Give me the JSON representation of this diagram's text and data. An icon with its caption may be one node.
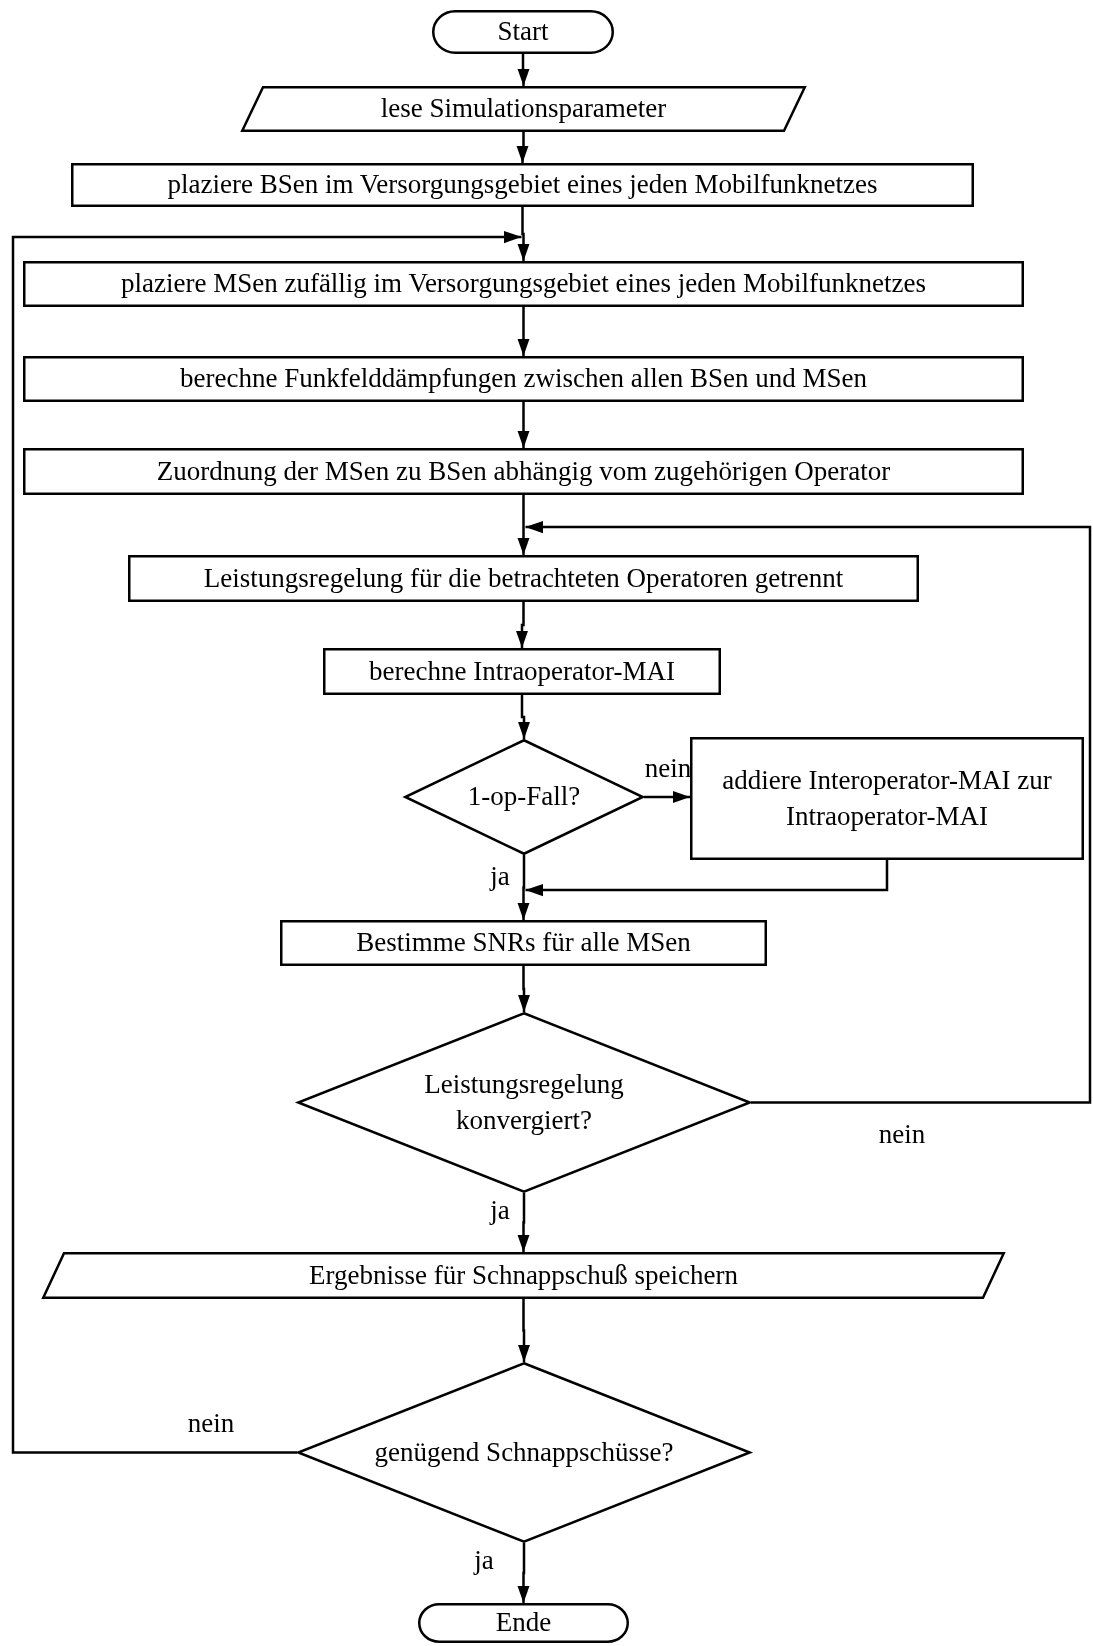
{
  "diagram": {
    "nodes": [
      {
        "text": [
          "Start"
        ]
      },
      {
        "text": [
          "lese Simulationsparameter"
        ]
      },
      {
        "text": [
          "plaziere BSen im Versorgungsgebiet eines jeden Mobilfunknetzes"
        ]
      },
      {
        "text": [
          "plaziere MSen zufällig im Versorgungsgebiet eines jeden Mobilfunknetzes"
        ]
      },
      {
        "text": [
          "berechne Funkfelddämpfungen zwischen allen BSen und MSen"
        ]
      },
      {
        "text": [
          "Zuordnung der MSen zu BSen abhängig vom zugehörigen Operator"
        ]
      },
      {
        "text": [
          "Leistungsregelung für die betrachteten Operatoren getrennt"
        ]
      },
      {
        "text": [
          "berechne Intraoperator-MAI"
        ]
      },
      {
        "text": [
          "1-op-Fall?"
        ]
      },
      {
        "text": [
          "addiere Interoperator-MAI zur Intraoperator-MAI"
        ]
      },
      {
        "text": [
          "Bestimme SNRs für alle MSen"
        ]
      },
      {
        "text": [
          "Leistungsregelung konvergiert?"
        ]
      },
      {
        "text": [
          "Ergebnisse für Schnappschuß speichern"
        ]
      },
      {
        "text": [
          "genügend Schnappschüsse?"
        ]
      },
      {
        "text": [
          "Ende"
        ]
      }
    ],
    "edges": [
      {
        "from": 0,
        "to": 1,
        "arrow": "to"
      },
      {
        "from": 1,
        "to": 2,
        "arrow": "to"
      },
      {
        "from": 2,
        "to": 3,
        "arrow": "to"
      },
      {
        "from": 3,
        "to": 4,
        "arrow": "to"
      },
      {
        "from": 4,
        "to": 5,
        "arrow": "to"
      },
      {
        "from": 5,
        "to": 6,
        "arrow": "to"
      },
      {
        "from": 6,
        "to": 7,
        "arrow": "to"
      },
      {
        "from": 7,
        "to": 8,
        "arrow": "to"
      },
      {
        "from": 8,
        "to": 9,
        "arrow": "to",
        "label": "nein"
      },
      {
        "from": 8,
        "to": 10,
        "arrow": "to",
        "label": "ja"
      },
      {
        "from": 9,
        "to": 10,
        "arrow": "to"
      },
      {
        "from": 10,
        "to": 11,
        "arrow": "to"
      },
      {
        "from": 11,
        "to": 6,
        "arrow": "to",
        "label": "nein"
      },
      {
        "from": 11,
        "to": 12,
        "arrow": "to",
        "label": "ja"
      },
      {
        "from": 12,
        "to": 13,
        "arrow": "to"
      },
      {
        "from": 13,
        "to": 3,
        "arrow": "to",
        "label": "nein"
      },
      {
        "from": 13,
        "to": 14,
        "arrow": "to",
        "label": "ja"
      }
    ]
  }
}
